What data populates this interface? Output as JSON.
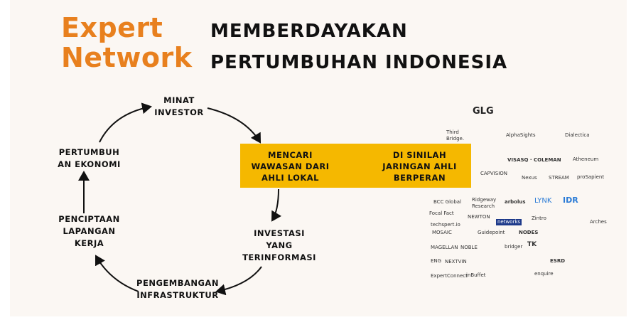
{
  "header": {
    "brand_line1": "Expert",
    "brand_line2": "Network",
    "headline_line1": "MEMBERDAYAKAN",
    "headline_line2": "PERTUMBUHAN INDONESIA"
  },
  "cycle": {
    "minat_line1": "MINAT",
    "minat_line2": "INVESTOR",
    "pertumbuhan_line1": "PERTUMBUH",
    "pertumbuhan_line2": "AN EKONOMI",
    "lapangan_line1": "PENCIPTAAN",
    "lapangan_line2": "LAPANGAN",
    "lapangan_line3": "KERJA",
    "infra_line1": "PENGEMBANGAN",
    "infra_line2": "INFRASTRUKTUR",
    "investasi_line1": "INVESTASI",
    "investasi_line2": "YANG",
    "investasi_line3": "TERINFORMASI"
  },
  "highlight_box": {
    "left_line1": "MENCARI",
    "left_line2": "WAWASAN DARI",
    "left_line3": "AHLI LOKAL",
    "right_line1": "DI SINILAH",
    "right_line2": "JARINGAN AHLI",
    "right_line3": "BERPERAN",
    "color": "#f5b800"
  },
  "logos": [
    "GLG",
    "Third Bridge.",
    "AlphaSights",
    "Dialectica",
    "VISASQ · COLEMAN",
    "Atheneum",
    "CAPVISION",
    "Nexus",
    "STREAM",
    "proSapient",
    "BCC Global",
    "Ridgeway Research",
    "arbolus",
    "LYNK",
    "IDR",
    "Focal Fact",
    "NEWTON",
    "Zintro",
    "Arches",
    "techspert.io",
    "networks",
    "MOSAIC",
    "Guidepoint",
    "NODES",
    "MAGELLAN",
    "NOBLE",
    "bridger",
    "TK",
    "ENG",
    "NEXTVIN",
    "ESRD",
    "enquire",
    "ExpertConnect",
    "inBuffet"
  ],
  "colors": {
    "brand_orange": "#e8801e",
    "background": "#fbf7f3",
    "box_yellow": "#f5b800"
  }
}
